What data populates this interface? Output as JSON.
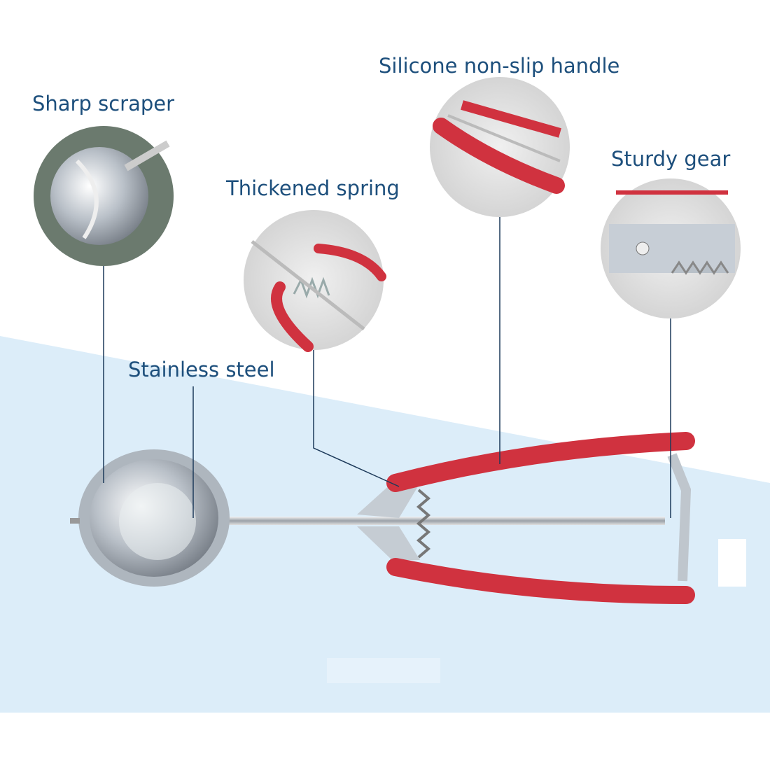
{
  "features": [
    {
      "id": "scraper",
      "label": "Sharp scraper"
    },
    {
      "id": "handle",
      "label": "Silicone non-slip handle"
    },
    {
      "id": "gear",
      "label": "Sturdy gear"
    },
    {
      "id": "spring",
      "label": "Thickened spring"
    },
    {
      "id": "steel",
      "label": "Stainless steel"
    }
  ],
  "colors": {
    "label": "#1d4f7c",
    "handle": "#d0323f",
    "background_band": "#dcedf9",
    "line": "#1d3a5a"
  }
}
